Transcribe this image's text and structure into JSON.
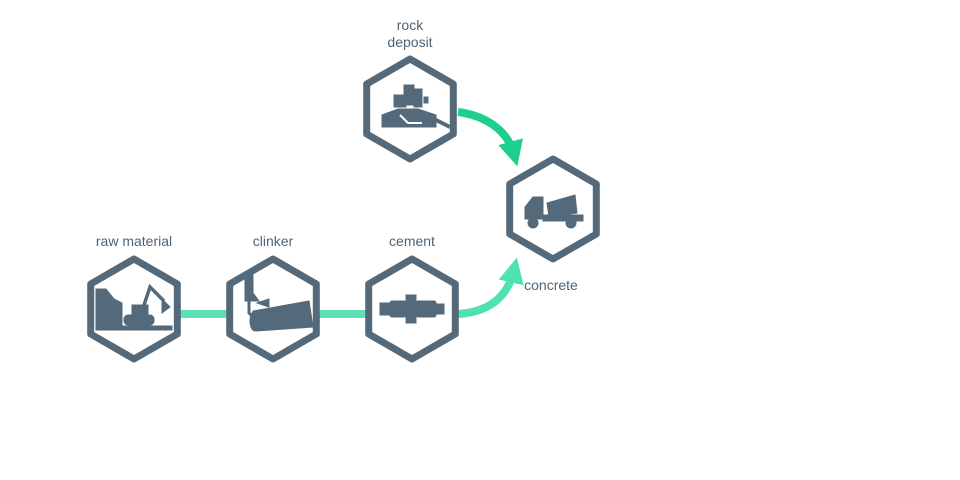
{
  "colors": {
    "hex_stroke": "#546a7b",
    "icon_fill": "#546a7b",
    "label_text": "#4f6475",
    "link_teal": "#5ee0b8",
    "arrow_green": "#1fcf8e",
    "arrow_teal": "#4fe0b4",
    "background": "#ffffff"
  },
  "nodes": {
    "raw_material": {
      "label": "raw material",
      "icon": "excavator-icon"
    },
    "clinker": {
      "label": "clinker",
      "icon": "kiln-icon"
    },
    "cement": {
      "label": "cement",
      "icon": "mill-icon"
    },
    "rock_deposit": {
      "label": "rock\ndeposit",
      "icon": "quarry-plant-icon"
    },
    "concrete": {
      "label": "concrete",
      "icon": "mixer-truck-icon"
    }
  }
}
